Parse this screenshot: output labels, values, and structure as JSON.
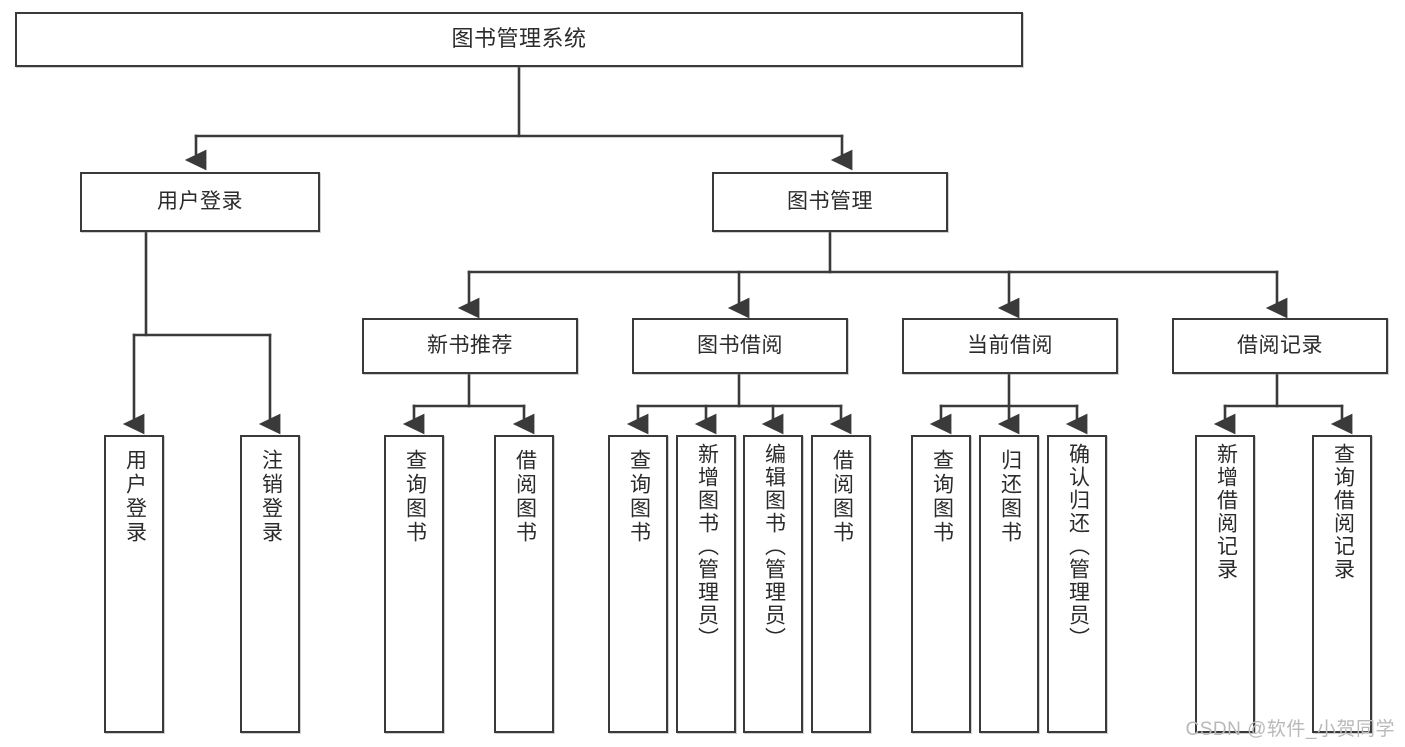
{
  "diagram": {
    "title": "图书管理系统",
    "type": "tree-hierarchy",
    "background_color": "#ffffff",
    "line_color": "#3a3a3a",
    "text_color": "#2b2b2b",
    "watermark": "CSDN @软件_小贺同学"
  },
  "nodes": {
    "root": {
      "label": "图书管理系统"
    },
    "level1": [
      {
        "label": "用户登录"
      },
      {
        "label": "图书管理"
      }
    ],
    "level2": [
      {
        "label": "新书推荐"
      },
      {
        "label": "图书借阅"
      },
      {
        "label": "当前借阅"
      },
      {
        "label": "借阅记录"
      }
    ],
    "leaves": {
      "user_login": [
        {
          "label": "用户登录"
        },
        {
          "label": "注销登录"
        }
      ],
      "new_book_recommend": [
        {
          "label": "查询图书"
        },
        {
          "label": "借阅图书"
        }
      ],
      "book_borrow": [
        {
          "label": "查询图书"
        },
        {
          "label": "新增图书（管理员）"
        },
        {
          "label": "编辑图书（管理员）"
        },
        {
          "label": "借阅图书"
        }
      ],
      "current_borrow": [
        {
          "label": "查询图书"
        },
        {
          "label": "归还图书"
        },
        {
          "label": "确认归还（管理员）"
        }
      ],
      "borrow_record": [
        {
          "label": "新增借阅记录"
        },
        {
          "label": "查询借阅记录"
        }
      ]
    }
  }
}
